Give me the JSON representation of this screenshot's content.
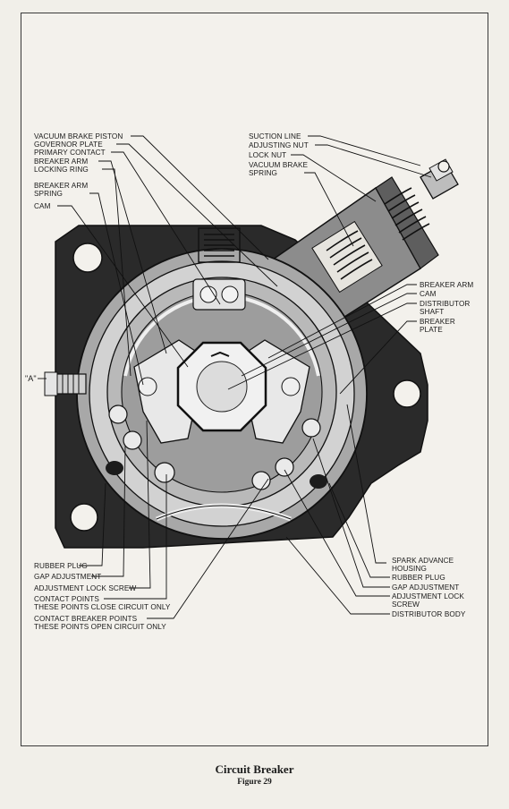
{
  "labels_left": [
    "VACUUM BRAKE PISTON",
    "GOVERNOR PLATE",
    "PRIMARY CONTACT",
    "BREAKER ARM",
    "LOCKING RING",
    "BREAKER ARM\nSPRING",
    "CAM"
  ],
  "labels_top_right": [
    "SUCTION LINE",
    "ADJUSTING NUT",
    "LOCK NUT",
    "VACUUM BRAKE\nSPRING"
  ],
  "labels_right": [
    "BREAKER ARM",
    "CAM",
    "DISTRIBUTOR\nSHAFT",
    "BREAKER\nPLATE"
  ],
  "label_a": "\"A\"",
  "labels_bottom_left": [
    "RUBBER PLUG",
    "GAP ADJUSTMENT",
    "ADJUSTMENT LOCK SCREW",
    "CONTACT POINTS\nTHESE POINTS CLOSE CIRCUIT ONLY",
    "CONTACT BREAKER POINTS\nTHESE POINTS OPEN CIRCUIT ONLY"
  ],
  "labels_bottom_right": [
    "SPARK ADVANCE\nHOUSING",
    "RUBBER PLUG",
    "GAP ADJUSTMENT",
    "ADJUSTMENT LOCK\nSCREW",
    "DISTRIBUTOR BODY"
  ],
  "caption": {
    "title": "Circuit Breaker",
    "figure": "Figure 29"
  }
}
